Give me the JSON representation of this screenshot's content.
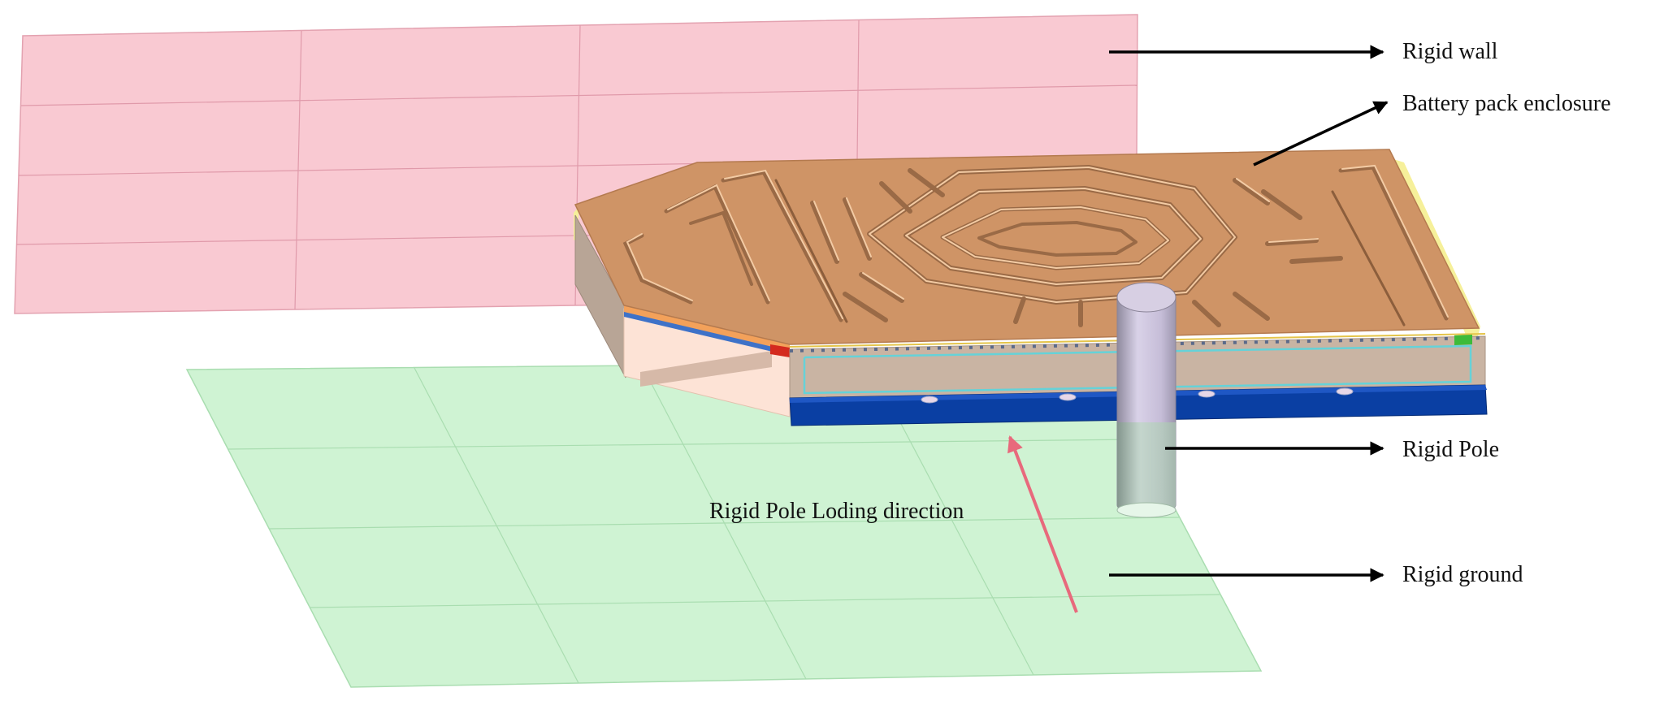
{
  "labels": {
    "rigid_wall": "Rigid wall",
    "enclosure": "Battery pack enclosure",
    "rigid_pole": "Rigid Pole",
    "loading_direction": "Rigid Pole Loding direction",
    "rigid_ground": "Rigid ground"
  },
  "colors": {
    "wall_fill": "#f9c9d2",
    "wall_line": "#e3a2b0",
    "ground_fill": "#cff3d3",
    "ground_line": "#a9ddb0",
    "enclosure_top": "#cf9466",
    "enclosure_groove_light": "#f3cba4",
    "enclosure_groove_dark": "#9a6a46",
    "enclosure_side": "#c9b4a3",
    "enclosure_front_light": "#fde3d6",
    "base_blue": "#0a3fa3",
    "edge_yellow": "#f6f09a",
    "pole": "#cdc4dd",
    "load_arrow": "#e8697c",
    "callout": "#000000"
  }
}
